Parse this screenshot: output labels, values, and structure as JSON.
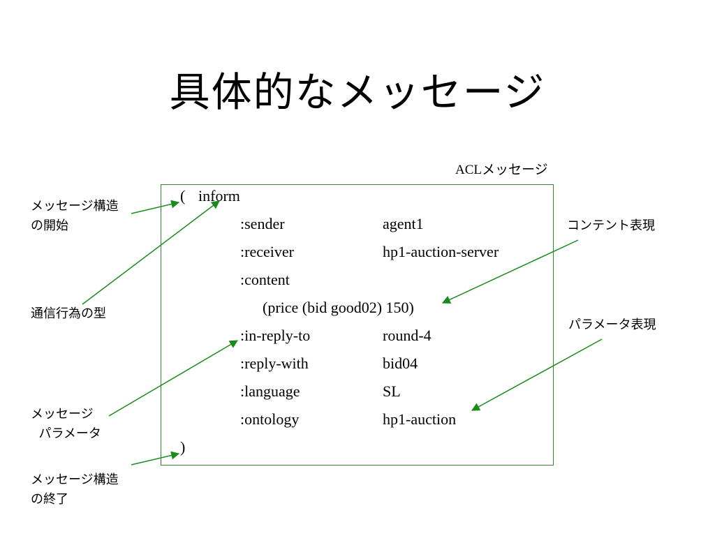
{
  "title": "具体的なメッセージ",
  "acl_label": "ACLメッセージ",
  "message": {
    "open_paren": "(",
    "performative": "inform",
    "close_paren": ")",
    "params": [
      {
        "key": ":sender",
        "value": "agent1"
      },
      {
        "key": ":receiver",
        "value": "hp1-auction-server"
      },
      {
        "key": ":content",
        "value": ""
      },
      {
        "key": ":in-reply-to",
        "value": "round-4"
      },
      {
        "key": ":reply-with",
        "value": "bid04"
      },
      {
        "key": ":language",
        "value": "SL"
      },
      {
        "key": ":ontology",
        "value": "hp1-auction"
      }
    ],
    "content_expr": "(price (bid good02) 150)"
  },
  "annotations": {
    "struct_start_line1": "メッセージ構造",
    "struct_start_line2": "の開始",
    "comm_act": "通信行為の型",
    "msg_param_line1": "メッセージ",
    "msg_param_line2": "パラメータ",
    "struct_end_line1": "メッセージ構造",
    "struct_end_line2": "の終了",
    "content_expr_label": "コンテント表現",
    "param_expr_label": "パラメータ表現"
  },
  "colors": {
    "box_border": "#2e8b2e",
    "arrow": "#1a8a1a",
    "text": "#000000"
  }
}
